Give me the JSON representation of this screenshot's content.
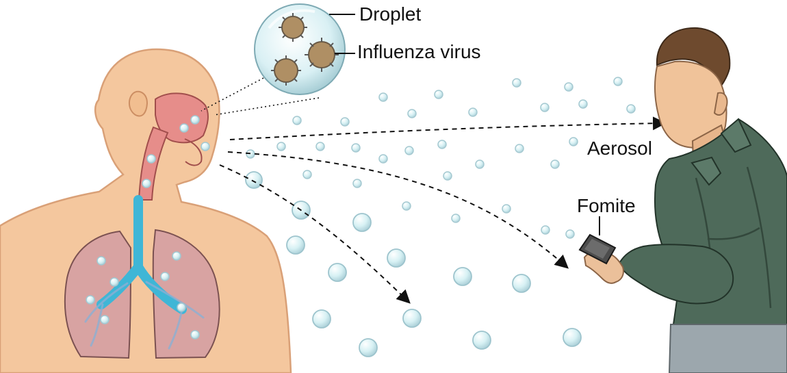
{
  "labels": {
    "droplet": "Droplet",
    "influenza_virus": "Influenza virus",
    "aerosol": "Aerosol",
    "fomite": "Fomite"
  },
  "colors": {
    "skin": "#F5C49A",
    "airway": "#E48C8A",
    "lung": "#D89A98",
    "trachea": "#3FB6D6",
    "particle": "#CFECEF",
    "shirt": "#4E6A5A",
    "pants": "#9CA7AD",
    "hair": "#6E4A2E"
  },
  "icons": {
    "droplet": "droplet-icon",
    "virus": "virus-icon",
    "phone": "phone-icon"
  }
}
